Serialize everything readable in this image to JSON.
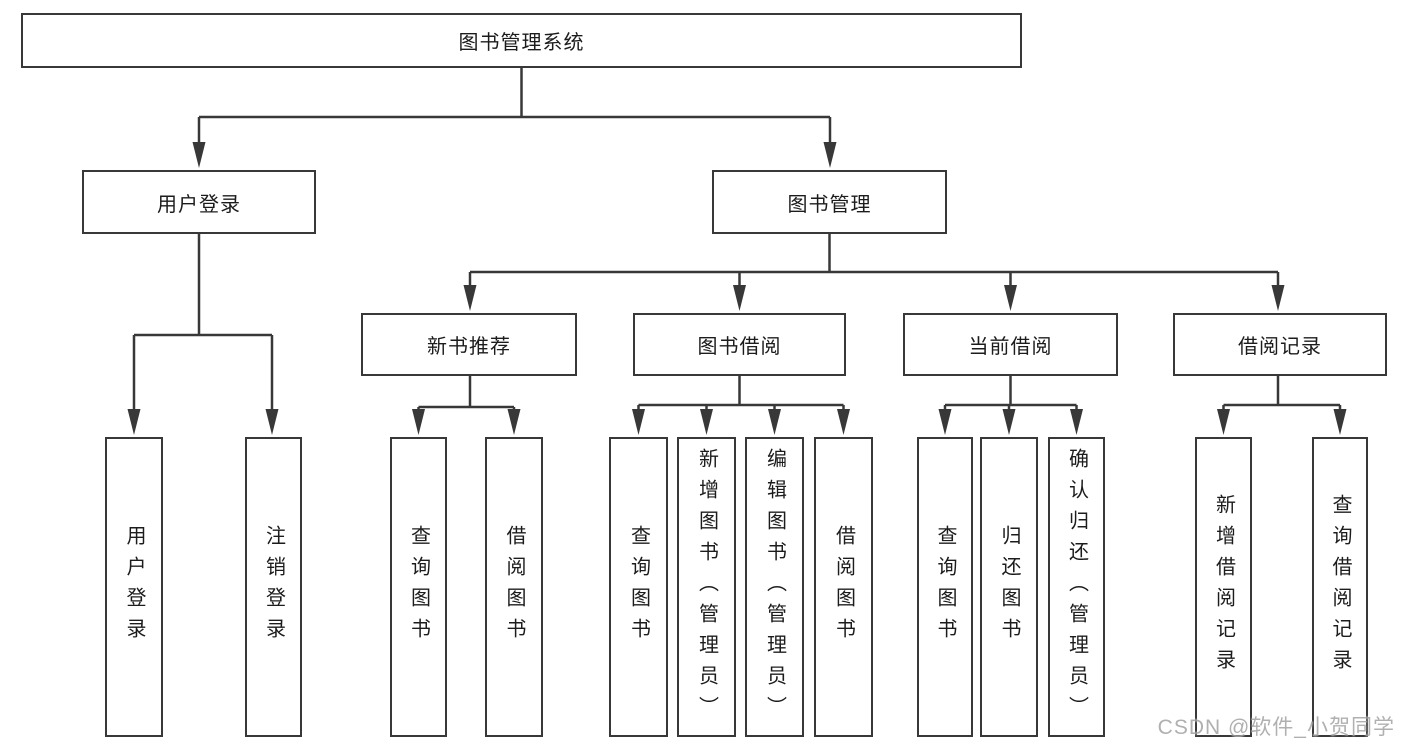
{
  "diagram": {
    "title": "图书管理系统",
    "watermark": "CSDN @软件_小贺同学",
    "colors": {
      "line": "#383838",
      "text": "#1c1c1c",
      "background": "#ffffff",
      "watermark": "#a3a3a3"
    },
    "root": {
      "label": "图书管理系统",
      "children": [
        {
          "label": "用户登录",
          "children": [
            {
              "label": "用户登录"
            },
            {
              "label": "注销登录"
            }
          ]
        },
        {
          "label": "图书管理",
          "children": [
            {
              "label": "新书推荐",
              "children": [
                {
                  "label": "查询图书"
                },
                {
                  "label": "借阅图书"
                }
              ]
            },
            {
              "label": "图书借阅",
              "children": [
                {
                  "label": "查询图书"
                },
                {
                  "label": "新增图书（管理员）"
                },
                {
                  "label": "编辑图书（管理员）"
                },
                {
                  "label": "借阅图书"
                }
              ]
            },
            {
              "label": "当前借阅",
              "children": [
                {
                  "label": "查询图书"
                },
                {
                  "label": "归还图书"
                },
                {
                  "label": "确认归还（管理员）"
                }
              ]
            },
            {
              "label": "借阅记录",
              "children": [
                {
                  "label": "新增借阅记录"
                },
                {
                  "label": "查询借阅记录"
                }
              ]
            }
          ]
        }
      ]
    }
  }
}
